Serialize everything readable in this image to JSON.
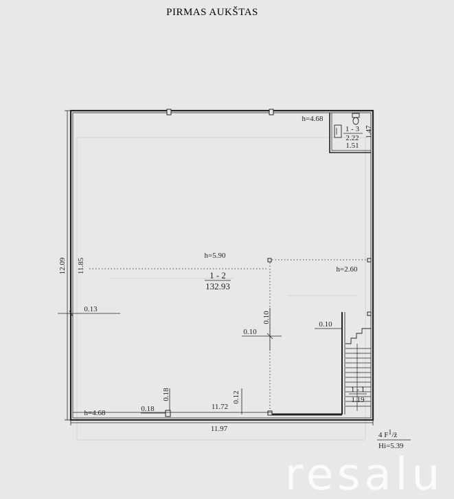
{
  "title": "PIRMAS AUKŠTAS",
  "rooms": {
    "main": {
      "id": "1 - 2",
      "area": "132.93",
      "height": "h=5.90"
    },
    "wc": {
      "id": "1 - 3",
      "area": "2.22",
      "width": "1.51",
      "depth": "1.47",
      "height": "h=4.68"
    },
    "stair": {
      "id": "1 - 1",
      "area": "1.19"
    }
  },
  "heights": {
    "bottom_left": "h=4.68",
    "right_zone": "h=2.60"
  },
  "dimensions": {
    "outer_height": "12.09",
    "inner_height": "11.85",
    "outer_width": "11.97",
    "inner_width": "11.72",
    "wall_left": "0.13",
    "column_h": "0.10",
    "column_v": "0.10",
    "stair_wall": "0.10",
    "pillar_h": "0.18",
    "pillar_v": "0.18",
    "bottom_wall": "0.12"
  },
  "note": {
    "line1": "4 F",
    "sup": "1",
    "line1_end": "/ž",
    "line2": "Hi=5.39"
  },
  "watermark": "resalu",
  "colors": {
    "paper": "#e9e8e6",
    "ink": "#222222",
    "watermark": "#ffffff"
  }
}
